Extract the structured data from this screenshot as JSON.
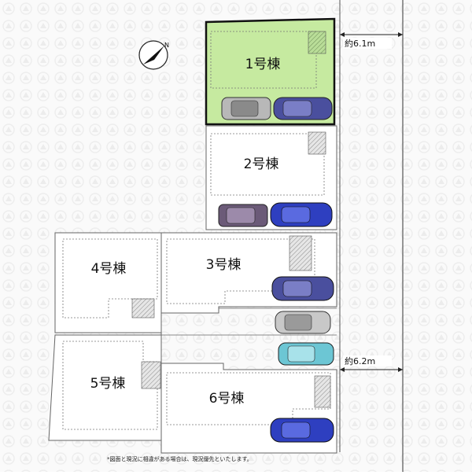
{
  "lots": [
    {
      "id": "1",
      "label": "1号棟",
      "highlighted": true
    },
    {
      "id": "2",
      "label": "2号棟",
      "highlighted": false
    },
    {
      "id": "3",
      "label": "3号棟",
      "highlighted": false
    },
    {
      "id": "4",
      "label": "4号棟",
      "highlighted": false
    },
    {
      "id": "5",
      "label": "5号棟",
      "highlighted": false
    },
    {
      "id": "6",
      "label": "6号棟",
      "highlighted": false
    }
  ],
  "road_widths": {
    "north": "約6.1m",
    "south": "約6.2m"
  },
  "footnote": "*図面と現況に相違がある場合は、現況優先といたします。",
  "colors": {
    "highlight_fill": "#c6eaa0",
    "highlight_stroke": "#1a1a1a",
    "lot_stroke": "#555555",
    "background_pattern": "#f2f2f2",
    "car_blue": "#2e3fc0",
    "car_navy": "#4a4f9e",
    "car_cyan": "#6cc6d4",
    "car_gray": "#b0b0b0",
    "car_purple": "#6b5a78"
  },
  "icons": [
    "north-arrow-icon",
    "car-icon",
    "planting-hatch-icon"
  ]
}
